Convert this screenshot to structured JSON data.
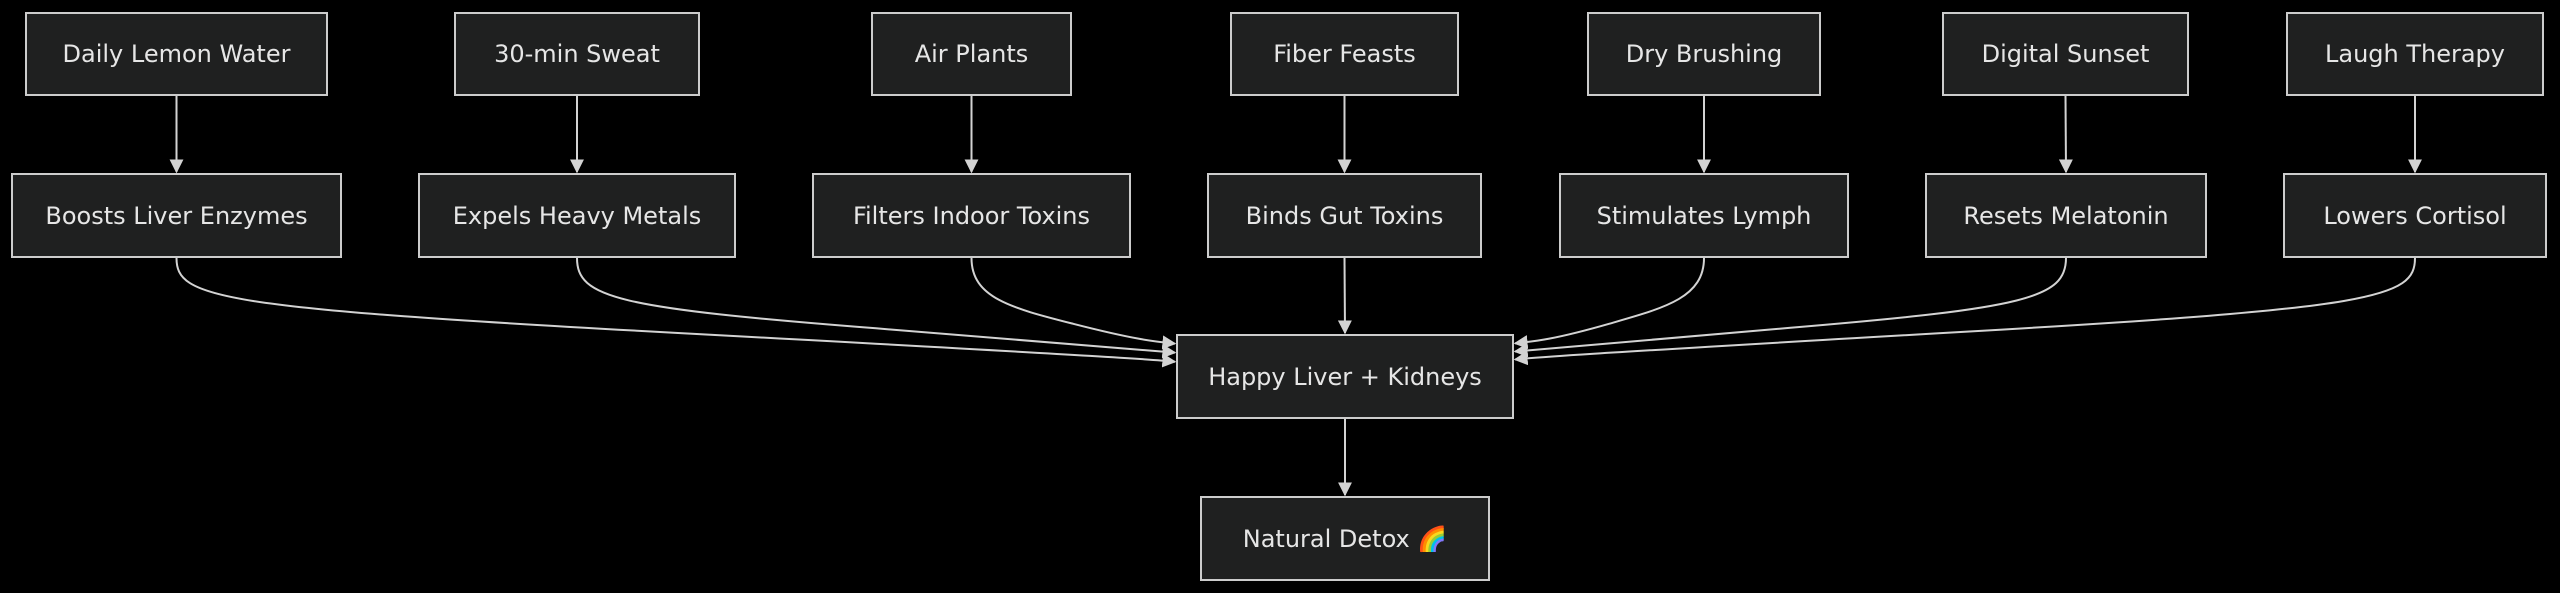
{
  "diagram": {
    "nodes": {
      "lemon": "Daily Lemon Water",
      "sweat": "30-min Sweat",
      "plants": "Air Plants",
      "fiber": "Fiber Feasts",
      "brushing": "Dry Brushing",
      "sunset": "Digital Sunset",
      "laugh": "Laugh Therapy",
      "enzymes": "Boosts Liver Enzymes",
      "metals": "Expels Heavy Metals",
      "indoor": "Filters Indoor Toxins",
      "gut": "Binds Gut Toxins",
      "lymph": "Stimulates Lymph",
      "melatonin": "Resets Melatonin",
      "cortisol": "Lowers Cortisol",
      "liver": "Happy Liver + Kidneys",
      "detox": "Natural Detox 🌈"
    },
    "edges": [
      [
        "lemon",
        "enzymes"
      ],
      [
        "sweat",
        "metals"
      ],
      [
        "plants",
        "indoor"
      ],
      [
        "fiber",
        "gut"
      ],
      [
        "brushing",
        "lymph"
      ],
      [
        "sunset",
        "melatonin"
      ],
      [
        "laugh",
        "cortisol"
      ],
      [
        "enzymes",
        "liver"
      ],
      [
        "metals",
        "liver"
      ],
      [
        "indoor",
        "liver"
      ],
      [
        "gut",
        "liver"
      ],
      [
        "lymph",
        "liver"
      ],
      [
        "melatonin",
        "liver"
      ],
      [
        "cortisol",
        "liver"
      ],
      [
        "liver",
        "detox"
      ]
    ]
  }
}
